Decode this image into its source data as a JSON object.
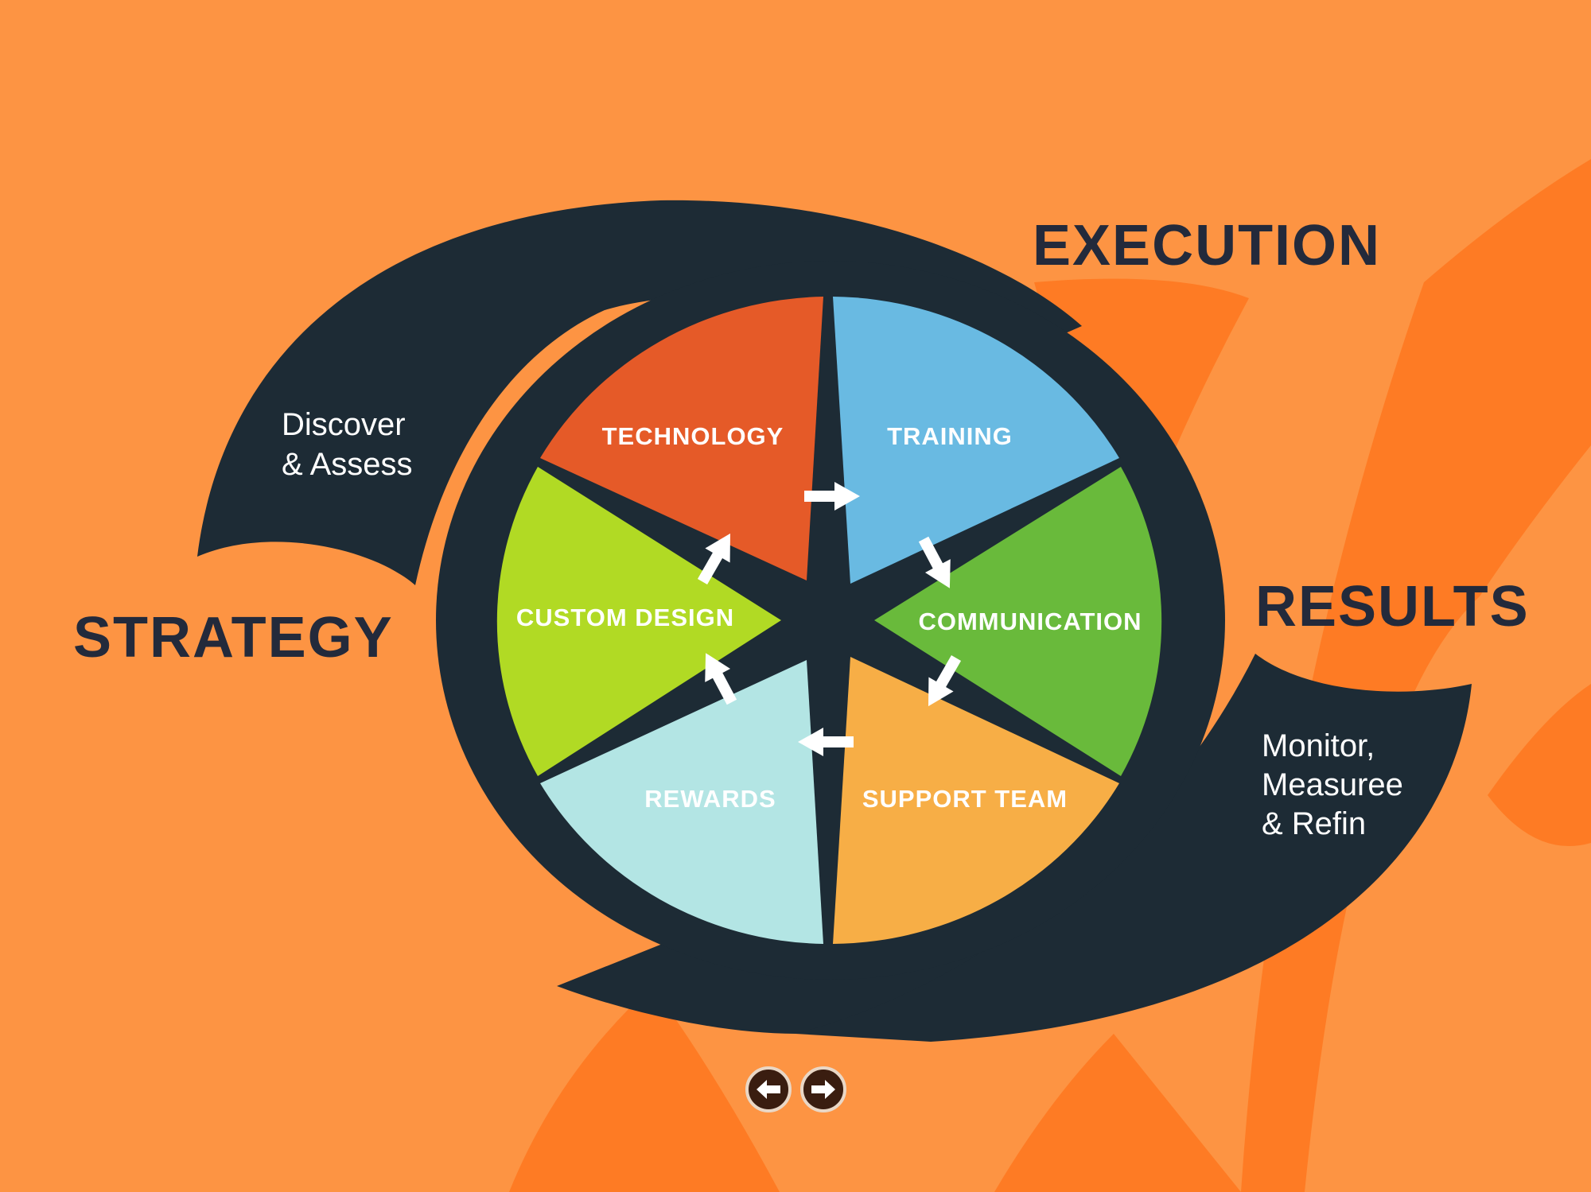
{
  "phases": {
    "strategy": {
      "title": "STRATEGY",
      "sub": [
        "Discover",
        "& Assess"
      ]
    },
    "execution": {
      "title": "EXECUTION"
    },
    "results": {
      "title": "RESULTS",
      "sub": [
        "Monitor,",
        "Measuree",
        "& Refin"
      ]
    }
  },
  "segments": {
    "technology": "TECHNOLOGY",
    "training": "TRAINING",
    "communication": "COMMUNICATION",
    "support_team": "SUPPORT TEAM",
    "rewards": "REWARDS",
    "custom_design": "CUSTOM DESIGN"
  },
  "colors": {
    "background": "#fd9443",
    "background_swoosh": "#fe7b24",
    "navy": "#1d2b35",
    "technology": "#e55a28",
    "training": "#69bae2",
    "communication": "#69ba3b",
    "support_team": "#f7ae46",
    "rewards": "#b3e5e4",
    "custom_design": "#b1da24"
  },
  "icons": {
    "prev": "arrow-left-icon",
    "next": "arrow-right-icon",
    "flow": "arrow-icon"
  }
}
